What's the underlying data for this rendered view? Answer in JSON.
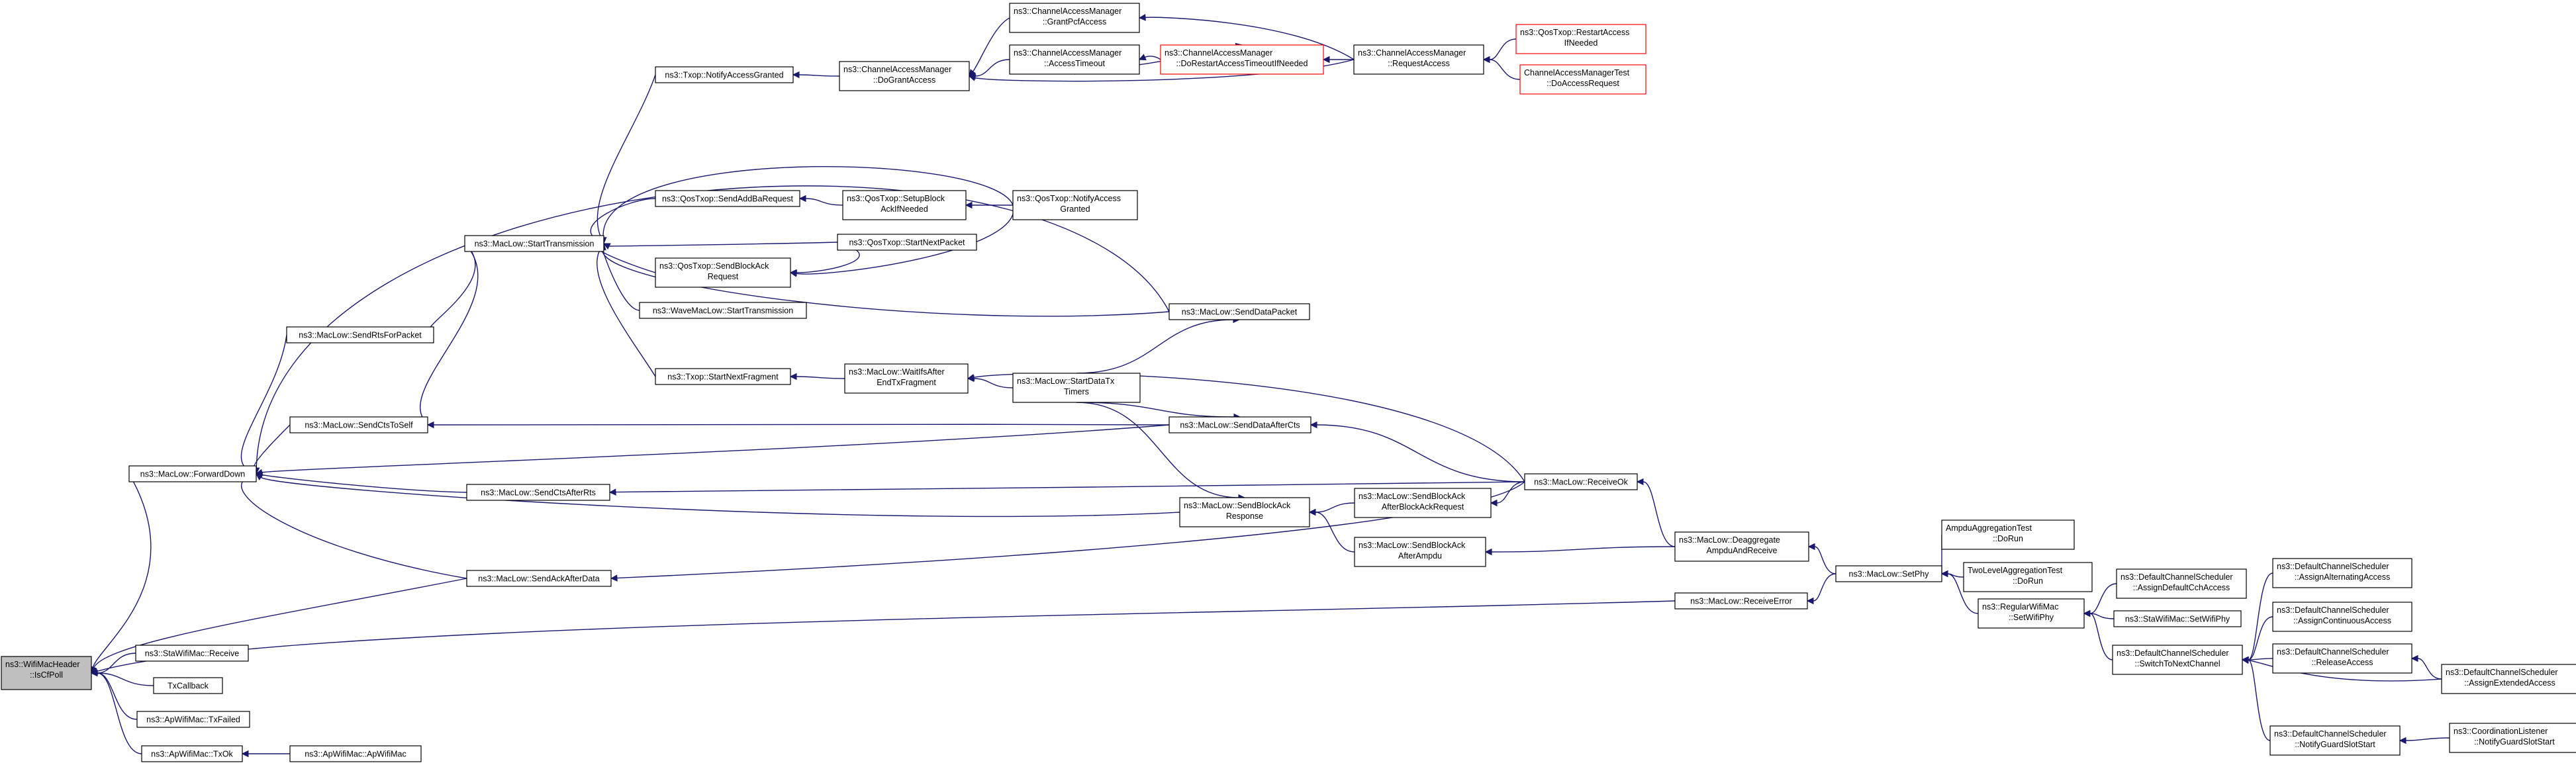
{
  "nodes": {
    "n_root": [
      "ns3::WifiMacHeader",
      "::IsCfPoll"
    ],
    "n_sta_recv": [
      "ns3::StaWifiMac::Receive"
    ],
    "n_txcb": [
      "TxCallback"
    ],
    "n_ap_txfailed": [
      "ns3::ApWifiMac::TxFailed"
    ],
    "n_ap_txok": [
      "ns3::ApWifiMac::TxOk"
    ],
    "n_ap_ctor": [
      "ns3::ApWifiMac::ApWifiMac"
    ],
    "n_fwd": [
      "ns3::MacLow::ForwardDown"
    ],
    "n_rts": [
      "ns3::MacLow::SendRtsForPacket"
    ],
    "n_cts_self": [
      "ns3::MacLow::SendCtsToSelf"
    ],
    "n_cts_after": [
      "ns3::MacLow::SendCtsAfterRts"
    ],
    "n_ack_after": [
      "ns3::MacLow::SendAckAfterData"
    ],
    "n_start_tx": [
      "ns3::MacLow::StartTransmission"
    ],
    "n_txop_nag": [
      "ns3::Txop::NotifyAccessGranted"
    ],
    "n_txop_snf": [
      "ns3::Txop::StartNextFragment"
    ],
    "n_qos_addba": [
      "ns3::QosTxop::SendAddBaRequest"
    ],
    "n_qos_bar": [
      "ns3::QosTxop::SendBlockAck",
      "Request"
    ],
    "n_qos_snp": [
      "ns3::QosTxop::StartNextPacket"
    ],
    "n_wave": [
      "ns3::WaveMacLow::StartTransmission"
    ],
    "n_cam_dga": [
      "ns3::ChannelAccessManager",
      "::DoGrantAccess"
    ],
    "n_qos_setup": [
      "ns3::QosTxop::SetupBlock",
      "AckIfNeeded"
    ],
    "n_wait_eof": [
      "ns3::MacLow::WaitIfsAfter",
      "EndTxFragment"
    ],
    "n_cam_gpa": [
      "ns3::ChannelAccessManager",
      "::GrantPcfAccess"
    ],
    "n_cam_to": [
      "ns3::ChannelAccessManager",
      "::AccessTimeout"
    ],
    "n_qos_nag": [
      "ns3::QosTxop::NotifyAccess",
      "Granted"
    ],
    "n_start_dtt": [
      "ns3::MacLow::StartDataTx",
      "Timers"
    ],
    "n_cam_drt": [
      "ns3::ChannelAccessManager",
      "::DoRestartAccessTimeoutIfNeeded"
    ],
    "n_send_data": [
      "ns3::MacLow::SendDataPacket"
    ],
    "n_send_dac": [
      "ns3::MacLow::SendDataAfterCts"
    ],
    "n_sba_resp": [
      "ns3::MacLow::SendBlockAck",
      "Response"
    ],
    "n_cam_ra": [
      "ns3::ChannelAccessManager",
      "::RequestAccess"
    ],
    "n_sba_abar": [
      "ns3::MacLow::SendBlockAck",
      "AfterBlockAckRequest"
    ],
    "n_sba_aa": [
      "ns3::MacLow::SendBlockAck",
      "AfterAmpdu"
    ],
    "n_qos_rai": [
      "ns3::QosTxop::RestartAccess",
      "IfNeeded"
    ],
    "n_camt_dar": [
      "ChannelAccessManagerTest",
      "::DoAccessRequest"
    ],
    "n_recv_ok": [
      "ns3::MacLow::ReceiveOk"
    ],
    "n_deagg": [
      "ns3::MacLow::Deaggregate",
      "AmpduAndReceive"
    ],
    "n_recv_err": [
      "ns3::MacLow::ReceiveError"
    ],
    "n_setphy": [
      "ns3::MacLow::SetPhy"
    ],
    "n_ampdu_test": [
      "AmpduAggregationTest",
      "::DoRun"
    ],
    "n_twolevel_test": [
      "TwoLevelAggregationTest",
      "::DoRun"
    ],
    "n_reg_setphy": [
      "ns3::RegularWifiMac",
      "::SetWifiPhy"
    ],
    "n_dcs_adcca": [
      "ns3::DefaultChannelScheduler",
      "::AssignDefaultCchAccess"
    ],
    "n_sta_setphy": [
      "ns3::StaWifiMac::SetWifiPhy"
    ],
    "n_dcs_stnc": [
      "ns3::DefaultChannelScheduler",
      "::SwitchToNextChannel"
    ],
    "n_dcs_nsgs": [
      "ns3::DefaultChannelScheduler",
      "::NotifyGuardSlotStart"
    ],
    "n_dcs_aaa": [
      "ns3::DefaultChannelScheduler",
      "::AssignAlternatingAccess"
    ],
    "n_dcs_aca": [
      "ns3::DefaultChannelScheduler",
      "::AssignContinuousAccess"
    ],
    "n_dcs_ra": [
      "ns3::DefaultChannelScheduler",
      "::ReleaseAccess"
    ],
    "n_dcs_aea": [
      "ns3::DefaultChannelScheduler",
      "::AssignExtendedAccess"
    ],
    "n_cl_ngss": [
      "ns3::CoordinationListener",
      "::NotifyGuardSlotStart"
    ]
  },
  "colors": {
    "edge": "#191970",
    "root_fill": "#bfbfbf",
    "node_border": "#000000",
    "red_border": "#ff0000"
  }
}
